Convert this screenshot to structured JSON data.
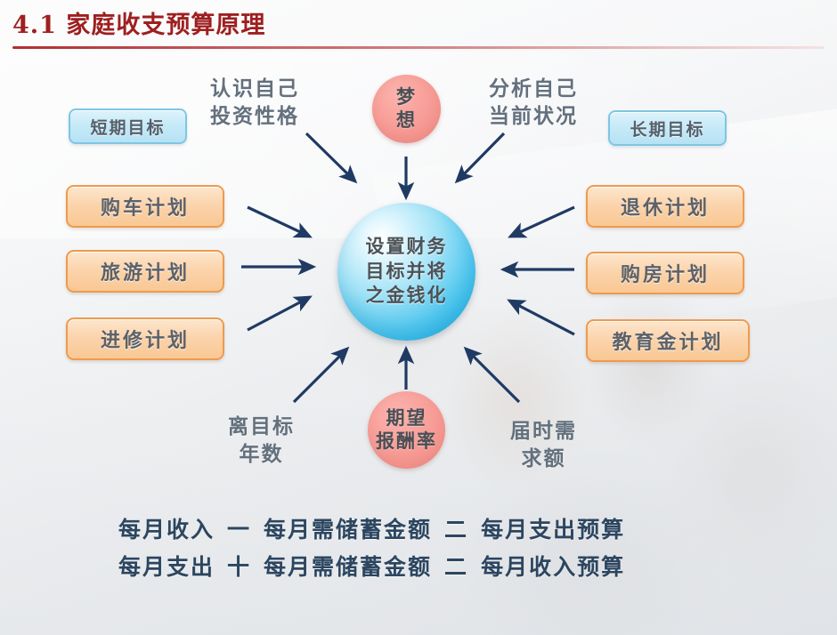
{
  "header": {
    "title": "4.1 家庭收支预算原理"
  },
  "goal_boxes": [
    {
      "id": "short-term",
      "label": "短期目标"
    },
    {
      "id": "long-term",
      "label": "长期目标"
    }
  ],
  "plans_left": [
    {
      "id": "car",
      "label": "购车计划"
    },
    {
      "id": "travel",
      "label": "旅游计划"
    },
    {
      "id": "education",
      "label": "进修计划"
    }
  ],
  "plans_right": [
    {
      "id": "retirement",
      "label": "退休计划"
    },
    {
      "id": "house",
      "label": "购房计划"
    },
    {
      "id": "education-fund",
      "label": "教育金计划"
    }
  ],
  "center": {
    "line1": "设置财务",
    "line2": "目标并将",
    "line3": "之金钱化"
  },
  "circle_top": {
    "line1": "梦",
    "line2": "想"
  },
  "circle_bottom": {
    "line1": "期望",
    "line2": "报酬率"
  },
  "captions": [
    {
      "id": "know-yourself",
      "line1": "认识自己",
      "line2": "投资性格"
    },
    {
      "id": "analyze-status",
      "line1": "分析自己",
      "line2": "当前状况"
    },
    {
      "id": "years-to-goal",
      "line1": "离目标",
      "line2": "年数"
    },
    {
      "id": "amount-needed",
      "line1": "届时需",
      "line2": "求额"
    }
  ],
  "formulas": [
    {
      "id": "expense-budget",
      "term1": "每月收入",
      "op1": "一",
      "term2": "每月需储蓄金额",
      "op2": "二",
      "term3": "每月支出预算"
    },
    {
      "id": "income-budget",
      "term1": "每月支出",
      "op1": "十",
      "term2": "每月需储蓄金额",
      "op2": "二",
      "term3": "每月收入预算"
    }
  ],
  "colors": {
    "title_red": "#9e1f20",
    "plan_orange_border": "#ef9a4d",
    "goal_blue_border": "#7fc6e3",
    "center_cyan": "#27b2e4",
    "circle_pink": "#f4938c",
    "arrow_navy": "#1f3a63",
    "formula_navy": "#2c4660"
  }
}
